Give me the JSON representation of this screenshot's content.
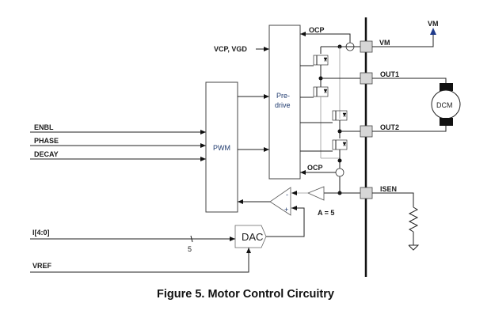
{
  "figure": {
    "caption": "Figure 5.  Motor Control Circuitry",
    "inputs": {
      "enbl": "ENBL",
      "phase": "PHASE",
      "decay": "DECAY",
      "current_bits": "I[4:0]",
      "bus_width": "5",
      "vref": "VREF",
      "vcp_vgd": "VCP, VGD"
    },
    "blocks": {
      "pwm": "PWM",
      "predrive_line1": "Pre-",
      "predrive_line2": "drive",
      "dac": "DAC",
      "motor": "DCM",
      "gain": "A = 5",
      "comparator_minus": "-",
      "comparator_plus": "+"
    },
    "pins": {
      "vm": "VM",
      "out1": "OUT1",
      "out2": "OUT2",
      "isen": "ISEN",
      "vm_supply": "VM"
    },
    "signals": {
      "ocp_top": "OCP",
      "ocp_bottom": "OCP"
    },
    "colors": {
      "supply_arrow": "#1f3a8a",
      "pad_fill": "#d6d6d6",
      "block_text": "#1f3a6e"
    }
  }
}
